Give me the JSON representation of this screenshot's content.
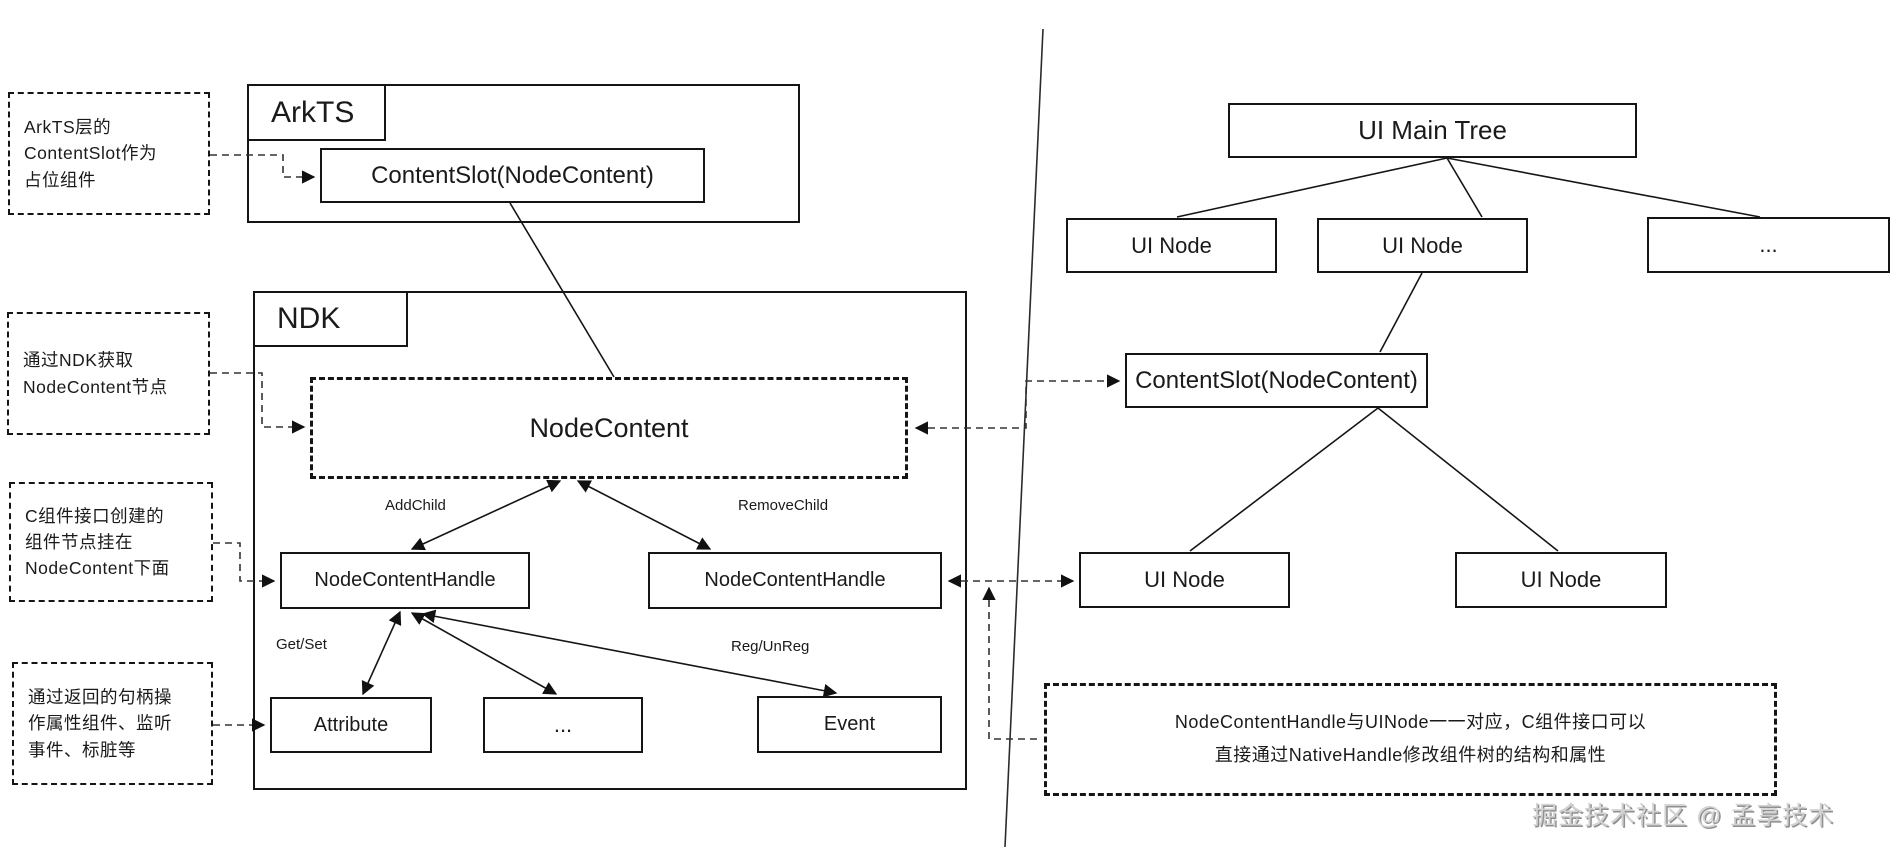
{
  "annotations": {
    "arkts_note": "ArkTS层的\nContentSlot作为\n占位组件",
    "ndk_note": "通过NDK获取\nNodeContent节点",
    "c_api_note": "C组件接口创建的\n组件节点挂在\nNodeContent下面",
    "handle_note": "通过返回的句柄操\n作属性组件、监听\n事件、标脏等",
    "bottom_note_line1": "NodeContentHandle与UINode一一对应，C组件接口可以",
    "bottom_note_line2": "直接通过NativeHandle修改组件树的结构和属性"
  },
  "arkts": {
    "title": "ArkTS",
    "content_slot": "ContentSlot(NodeContent)"
  },
  "ndk": {
    "title": "NDK",
    "node_content": "NodeContent",
    "handle_left": "NodeContentHandle",
    "handle_right": "NodeContentHandle",
    "attribute": "Attribute",
    "ellipsis": "...",
    "event": "Event",
    "edge_labels": {
      "add_child": "AddChild",
      "remove_child": "RemoveChild",
      "get_set": "Get/Set",
      "reg_unreg": "Reg/UnReg"
    }
  },
  "ui_tree": {
    "root": "UI Main Tree",
    "child1": "UI Node",
    "child2": "UI Node",
    "child3": "...",
    "content_slot": "ContentSlot(NodeContent)",
    "slot_child1": "UI Node",
    "slot_child2": "UI Node"
  },
  "watermark": "掘金技术社区 @ 孟享技术",
  "colors": {
    "line": "#1a1a1a",
    "watermark": "#d2d2d2"
  }
}
